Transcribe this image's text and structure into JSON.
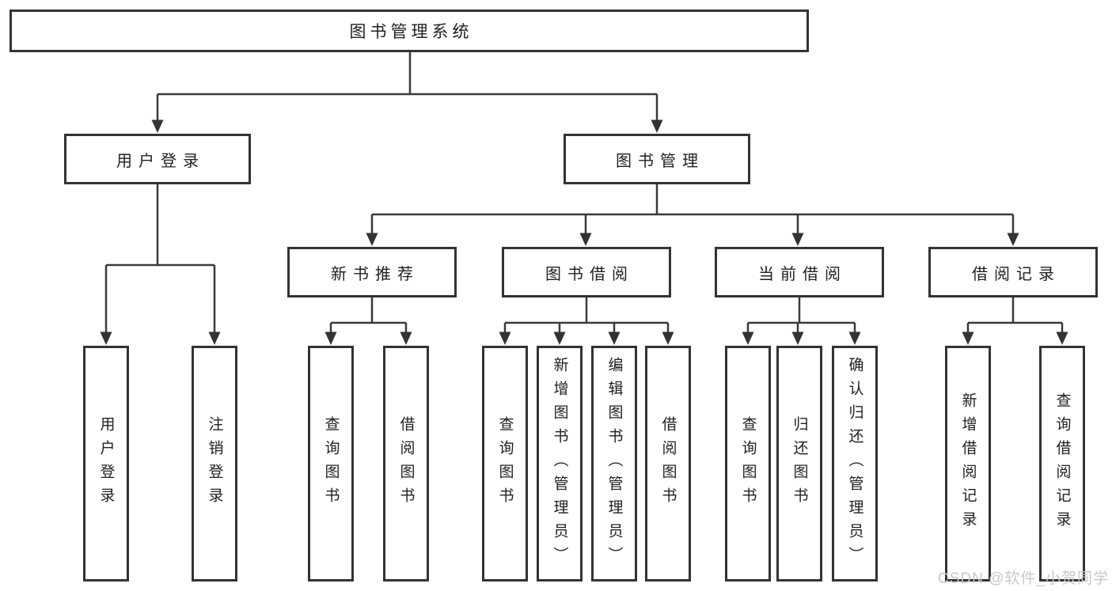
{
  "nodes": {
    "root": "图书管理系统",
    "user_login": "用户登录",
    "book_mgmt": "图书管理",
    "new_book_rec": "新书推荐",
    "book_borrow": "图书借阅",
    "current_borrow": "当前借阅",
    "borrow_record": "借阅记录",
    "leaf_user_login": "用户登录",
    "leaf_logout": "注销登录",
    "leaf_nbr_query": "查询图书",
    "leaf_nbr_borrow": "借阅图书",
    "leaf_bb_query": "查询图书",
    "leaf_bb_add": "新增图书（管理员）",
    "leaf_bb_edit": "编辑图书（管理员）",
    "leaf_bb_borrow": "借阅图书",
    "leaf_cb_query": "查询图书",
    "leaf_cb_return": "归还图书",
    "leaf_cb_confirm": "确认归还（管理员）",
    "leaf_br_add": "新增借阅记录",
    "leaf_br_query": "查询借阅记录"
  },
  "structure": {
    "图书管理系统": [
      "用户登录",
      "图书管理"
    ],
    "用户登录": [
      "用户登录",
      "注销登录"
    ],
    "图书管理": [
      "新书推荐",
      "图书借阅",
      "当前借阅",
      "借阅记录"
    ],
    "新书推荐": [
      "查询图书",
      "借阅图书"
    ],
    "图书借阅": [
      "查询图书",
      "新增图书（管理员）",
      "编辑图书（管理员）",
      "借阅图书"
    ],
    "当前借阅": [
      "查询图书",
      "归还图书",
      "确认归还（管理员）"
    ],
    "借阅记录": [
      "新增借阅记录",
      "查询借阅记录"
    ]
  },
  "watermark": {
    "text": "CSDN @软件_小贺同学",
    "color": "#c8c8c8"
  },
  "colors": {
    "background": "#ffffff",
    "box_border": "#333333",
    "connector": "#3a3a3a",
    "text": "#212121"
  }
}
